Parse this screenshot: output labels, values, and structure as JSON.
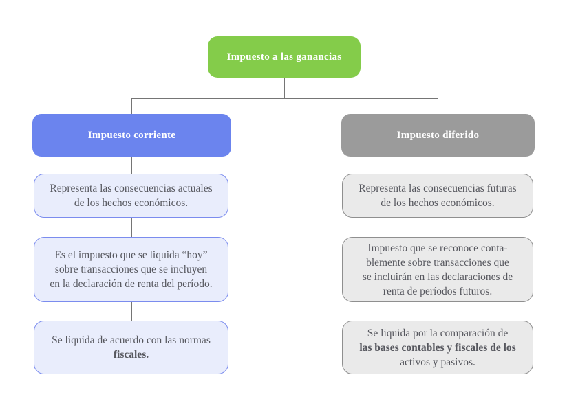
{
  "diagram_title": "Impuesto a las ganancias",
  "palette": {
    "root_green": "#84cc4a",
    "current_blue": "#6b84ee",
    "deferred_gray": "#9b9b9b",
    "light_blue_fill": "#e9edfc",
    "light_blue_border": "#7b8cee",
    "light_gray_fill": "#eaeaea",
    "light_gray_border": "#8f8f8f",
    "body_text": "#56575e",
    "connector_line": "#757575",
    "header_text": "#ffffff"
  },
  "root": {
    "label": "Impuesto a las ganancias"
  },
  "columns": [
    {
      "id": "impuesto-corriente",
      "header": {
        "label": "Impuesto corriente"
      },
      "boxes": [
        {
          "lines": [
            "Representa las consecuencias actuales",
            "de los hechos económicos."
          ]
        },
        {
          "lines": [
            "Es el impuesto que se liquida “hoy”",
            "sobre transacciones que se incluyen",
            "en la declaración de renta del período."
          ]
        },
        {
          "lines": [
            "Se liquida de acuerdo con las normas",
            "fiscales."
          ],
          "bold_line_index": 1
        }
      ]
    },
    {
      "id": "impuesto-diferido",
      "header": {
        "label": "Impuesto diferido"
      },
      "boxes": [
        {
          "lines": [
            "Representa las consecuencias futuras",
            "de los hechos económicos."
          ]
        },
        {
          "lines": [
            "Impuesto que se reconoce conta-",
            "blemente sobre transacciones que",
            "se incluirán en las declaraciones de",
            "renta de períodos futuros."
          ]
        },
        {
          "lines": [
            "Se liquida por la comparación de",
            "las bases contables y fiscales de los",
            "activos y pasivos."
          ],
          "bold_line_index": 1
        }
      ]
    }
  ]
}
